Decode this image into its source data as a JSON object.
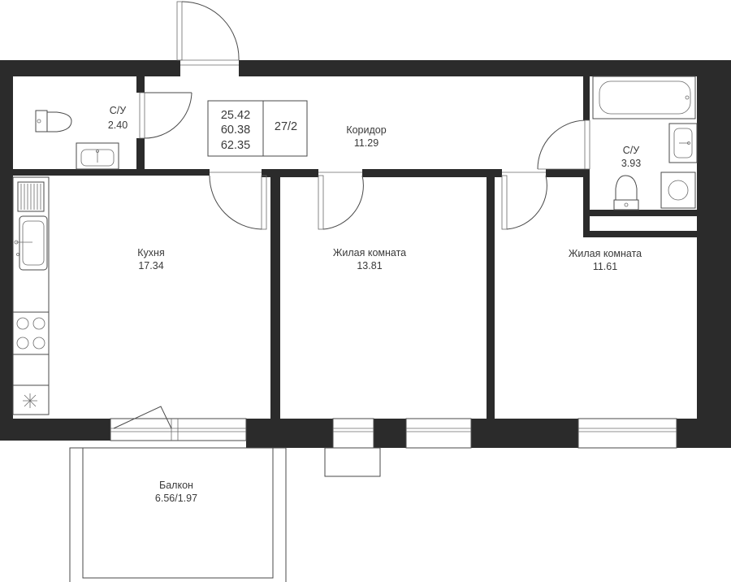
{
  "rooms": {
    "wc1": {
      "name": "С/У",
      "area": "2.40"
    },
    "corridor": {
      "name": "Коридор",
      "area": "11.29"
    },
    "wc2": {
      "name": "С/У",
      "area": "3.93"
    },
    "kitchen": {
      "name": "Кухня",
      "area": "17.34"
    },
    "living1": {
      "name": "Жилая комната",
      "area": "13.81"
    },
    "living2": {
      "name": "Жилая комната",
      "area": "11.61"
    },
    "balcony": {
      "name": "Балкон",
      "area": "6.56/1.97"
    }
  },
  "summary": {
    "living_area": "25.42",
    "total_area": "60.38",
    "total_with_balcony": "62.35",
    "apartment_number": "27/2"
  },
  "colors": {
    "wall": "#2b2b2b",
    "line": "#4a4a4a",
    "background": "#ffffff"
  }
}
